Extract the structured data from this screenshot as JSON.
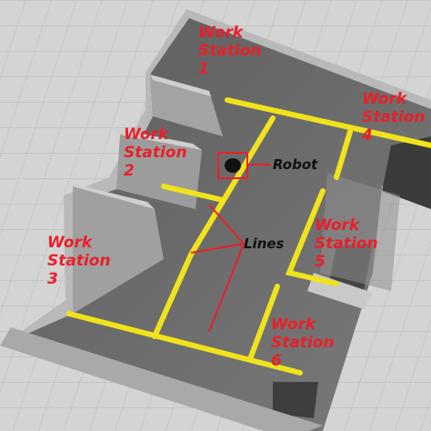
{
  "colors": {
    "floor": "#d4d4d4",
    "grid": "#bdbdbd",
    "arena_floor": "#6f6f6f",
    "wall": "#9a9a9a",
    "track": "#f0e21c",
    "annotation": "#e8202a",
    "text_dark": "#111111"
  },
  "stations": [
    {
      "line1": "Work",
      "line2": "Station",
      "number": "1"
    },
    {
      "line1": "Work",
      "line2": "Station",
      "number": "2"
    },
    {
      "line1": "Work",
      "line2": "Station",
      "number": "3"
    },
    {
      "line1": "Work",
      "line2": "Station",
      "number": "4"
    },
    {
      "line1": "Work",
      "line2": "Station",
      "number": "5"
    },
    {
      "line1": "Work",
      "line2": "Station",
      "number": "6"
    }
  ],
  "labels": {
    "robot": "Robot",
    "lines": "Lines"
  }
}
